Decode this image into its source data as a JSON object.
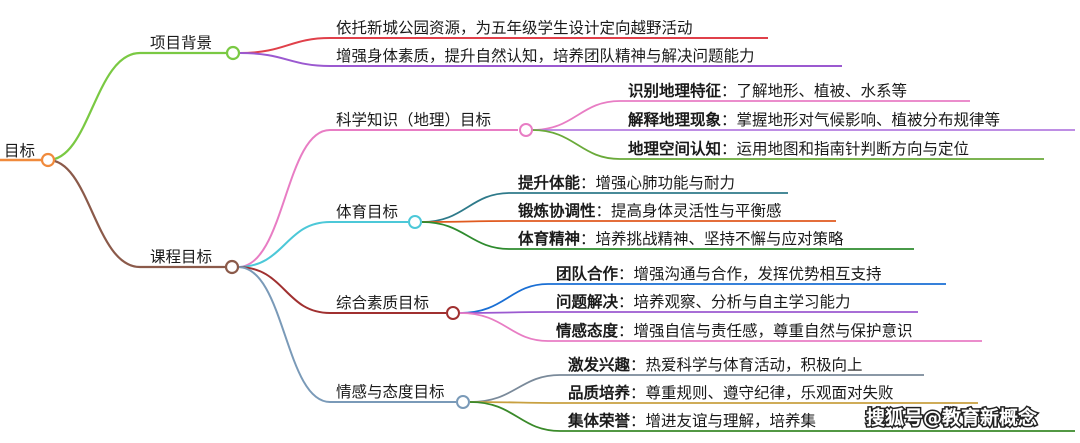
{
  "root": {
    "label": "目标"
  },
  "colors": {
    "root": "#f08a3c",
    "background": "#7ac943",
    "background_items": [
      "#e0404a",
      "#9b59d0"
    ],
    "course": "#8b5a4a",
    "science": "#e87dc4",
    "science_items": [
      "#e87dc4",
      "#b47ee0",
      "#6aaa3a"
    ],
    "pe": "#4cc8d8",
    "pe_items": [
      "#2e7a8a",
      "#e05a1f",
      "#2e8b2e"
    ],
    "quality": "#a03030",
    "quality_items": [
      "#1a6fd4",
      "#9b59d0",
      "#e87dc4"
    ],
    "emotion": "#7a9ab8",
    "emotion_items": [
      "#7a8a9a",
      "#c8a040",
      "#3a8a2a"
    ]
  },
  "branches": [
    {
      "label": "项目背景",
      "items": [
        {
          "text": "依托新城公园资源，为五年级学生设计定向越野活动"
        },
        {
          "text": "增强身体素质，提升自然认知，培养团队精神与解决问题能力"
        }
      ]
    },
    {
      "label": "课程目标",
      "children": [
        {
          "label": "科学知识（地理）目标",
          "items": [
            {
              "bold": "识别地理特征",
              "text": "：了解地形、植被、水系等"
            },
            {
              "bold": "解释地理现象",
              "text": "：掌握地形对气候影响、植被分布规律等"
            },
            {
              "bold": "地理空间认知",
              "text": "：运用地图和指南针判断方向与定位"
            }
          ]
        },
        {
          "label": "体育目标",
          "items": [
            {
              "bold": "提升体能",
              "text": "：增强心肺功能与耐力"
            },
            {
              "bold": "锻炼协调性",
              "text": "：提高身体灵活性与平衡感"
            },
            {
              "bold": "体育精神",
              "text": "：培养挑战精神、坚持不懈与应对策略"
            }
          ]
        },
        {
          "label": "综合素质目标",
          "items": [
            {
              "bold": "团队合作",
              "text": "：增强沟通与合作，发挥优势相互支持"
            },
            {
              "bold": "问题解决",
              "text": "：培养观察、分析与自主学习能力"
            },
            {
              "bold": "情感态度",
              "text": "：增强自信与责任感，尊重自然与保护意识"
            }
          ]
        },
        {
          "label": "情感与态度目标",
          "items": [
            {
              "bold": "激发兴趣",
              "text": "：热爱科学与体育活动，积极向上"
            },
            {
              "bold": "品质培养",
              "text": "：尊重规则、遵守纪律，乐观面对失败"
            },
            {
              "bold": "集体荣誉",
              "text": "：增进友谊与理解，培养集"
            }
          ]
        }
      ]
    }
  ],
  "watermark": "搜狐号@教育新概念"
}
